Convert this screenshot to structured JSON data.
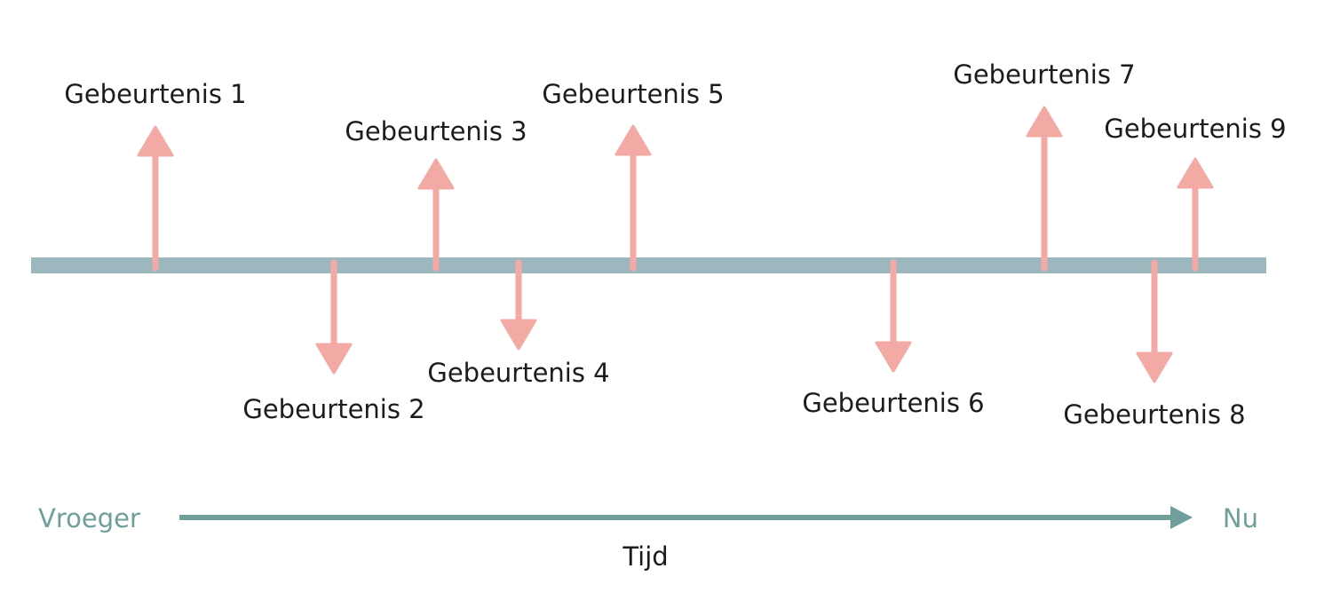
{
  "colors": {
    "timeline_bar": "#9db7bf",
    "event_arrow": "#f3aaa4",
    "time_axis": "#6f9e9b",
    "text": "#1c1c1c"
  },
  "events": [
    {
      "label": "Gebeurtenis 1",
      "direction": "up"
    },
    {
      "label": "Gebeurtenis 2",
      "direction": "down"
    },
    {
      "label": "Gebeurtenis 3",
      "direction": "up"
    },
    {
      "label": "Gebeurtenis 4",
      "direction": "down"
    },
    {
      "label": "Gebeurtenis 5",
      "direction": "up"
    },
    {
      "label": "Gebeurtenis 6",
      "direction": "down"
    },
    {
      "label": "Gebeurtenis 7",
      "direction": "up"
    },
    {
      "label": "Gebeurtenis 8",
      "direction": "down"
    },
    {
      "label": "Gebeurtenis 9",
      "direction": "up"
    }
  ],
  "time_axis": {
    "start_label": "Vroeger",
    "end_label": "Nu",
    "axis_label": "Tijd"
  }
}
